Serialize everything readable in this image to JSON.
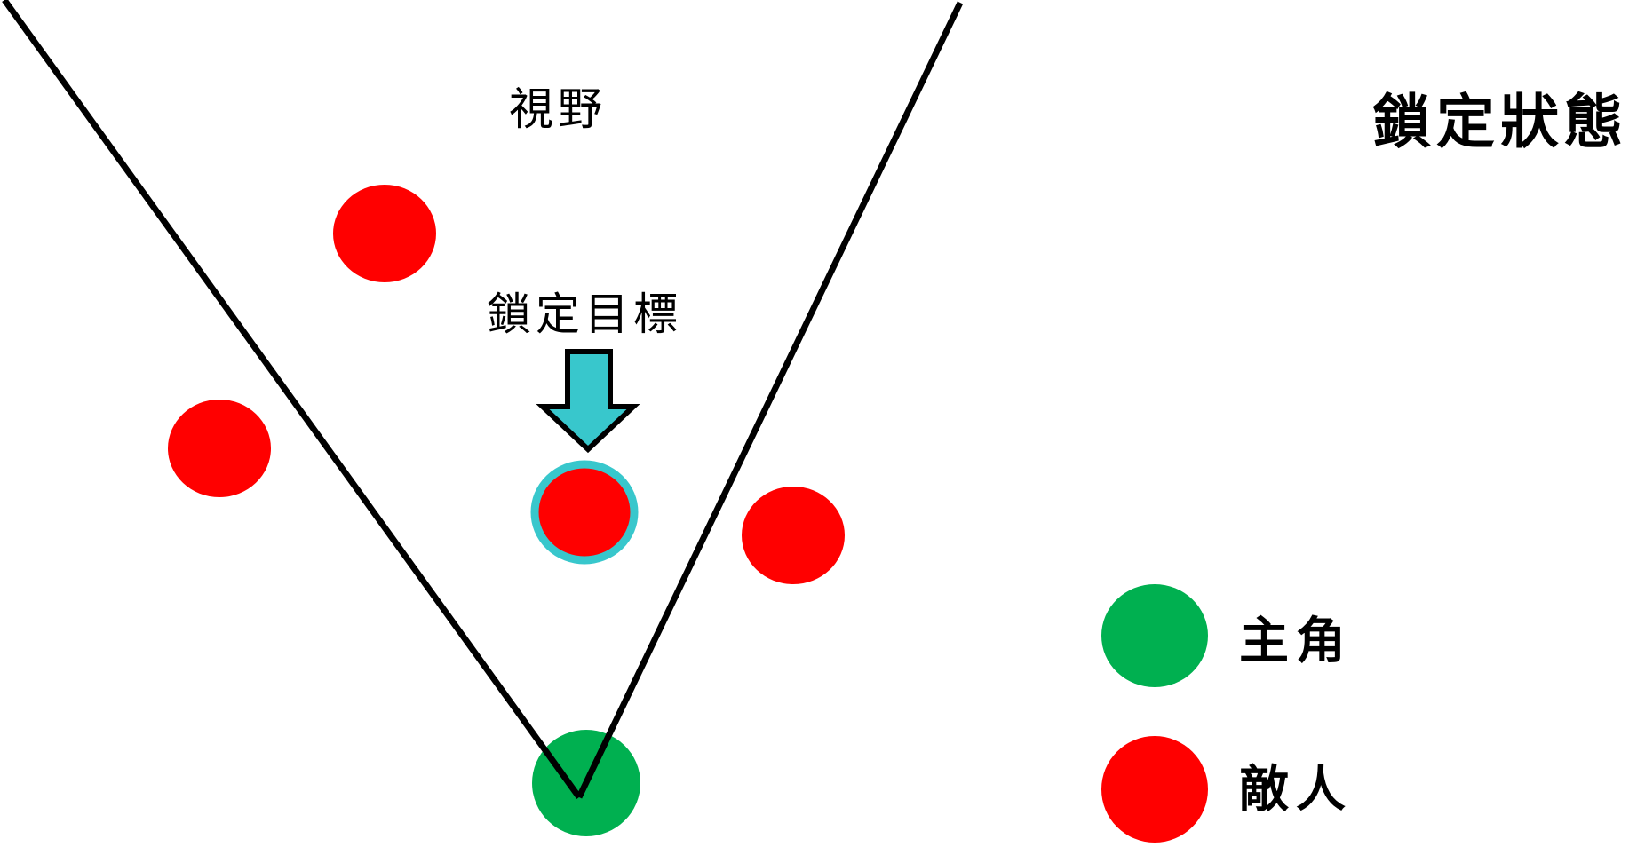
{
  "title": "鎖定狀態",
  "diagram": {
    "fov_label": "視野",
    "lock_target_label": "鎖定目標",
    "lock_arrow_icon": "down-arrow"
  },
  "legend": {
    "items": [
      {
        "label": "主角",
        "color": "#00B050"
      },
      {
        "label": "敵人",
        "color": "#FF0000"
      }
    ]
  },
  "colors": {
    "background": "#FFFFFF",
    "fov_line": "#000000",
    "enemy": "#FF0000",
    "player": "#00B050",
    "lock_highlight": "#38C7CC",
    "text": "#000000"
  }
}
